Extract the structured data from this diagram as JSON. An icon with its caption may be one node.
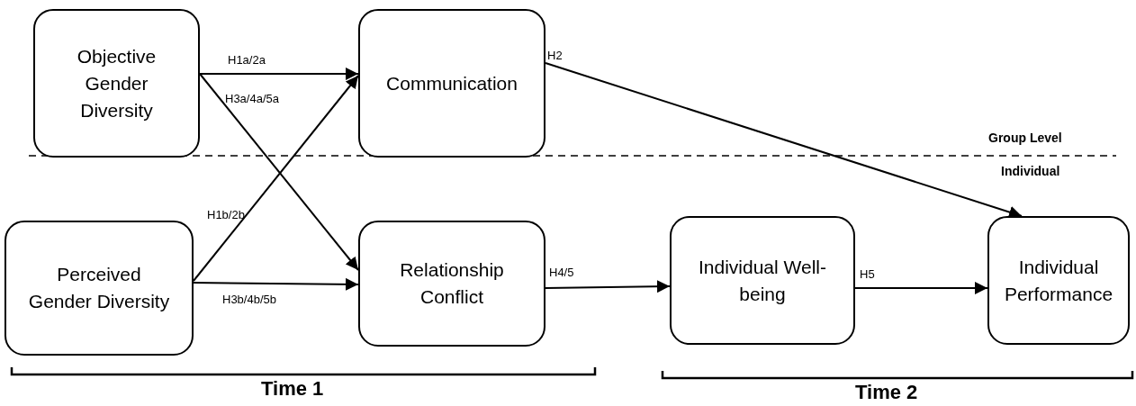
{
  "diagram": {
    "nodes": [
      {
        "text": [
          "Objective Gender Diversity"
        ]
      },
      {
        "text": [
          "Communication"
        ]
      },
      {
        "text": [
          "Perceived Gender Diversity"
        ]
      },
      {
        "text": [
          "Relationship Conflict"
        ]
      },
      {
        "text": [
          "Individual Well-being"
        ]
      },
      {
        "text": [
          "Individual Performance"
        ]
      }
    ],
    "edges": [
      {
        "from": 0,
        "to": 1,
        "arrow": "to",
        "label": "H1a/2a"
      },
      {
        "from": 0,
        "to": 3,
        "arrow": "to",
        "label": "H3a/4a/5a"
      },
      {
        "from": 2,
        "to": 1,
        "arrow": "to",
        "label": "H1b/2b"
      },
      {
        "from": 2,
        "to": 3,
        "arrow": "to",
        "label": "H3b/4b/5b"
      },
      {
        "from": 1,
        "to": 5,
        "arrow": "to",
        "label": "H2"
      },
      {
        "from": 3,
        "to": 4,
        "arrow": "to",
        "label": "H4/5"
      },
      {
        "from": 4,
        "to": 5,
        "arrow": "to",
        "label": "H5"
      }
    ],
    "labels": [
      "Group Level",
      "Individual",
      "Time 1",
      "Time 2"
    ]
  }
}
